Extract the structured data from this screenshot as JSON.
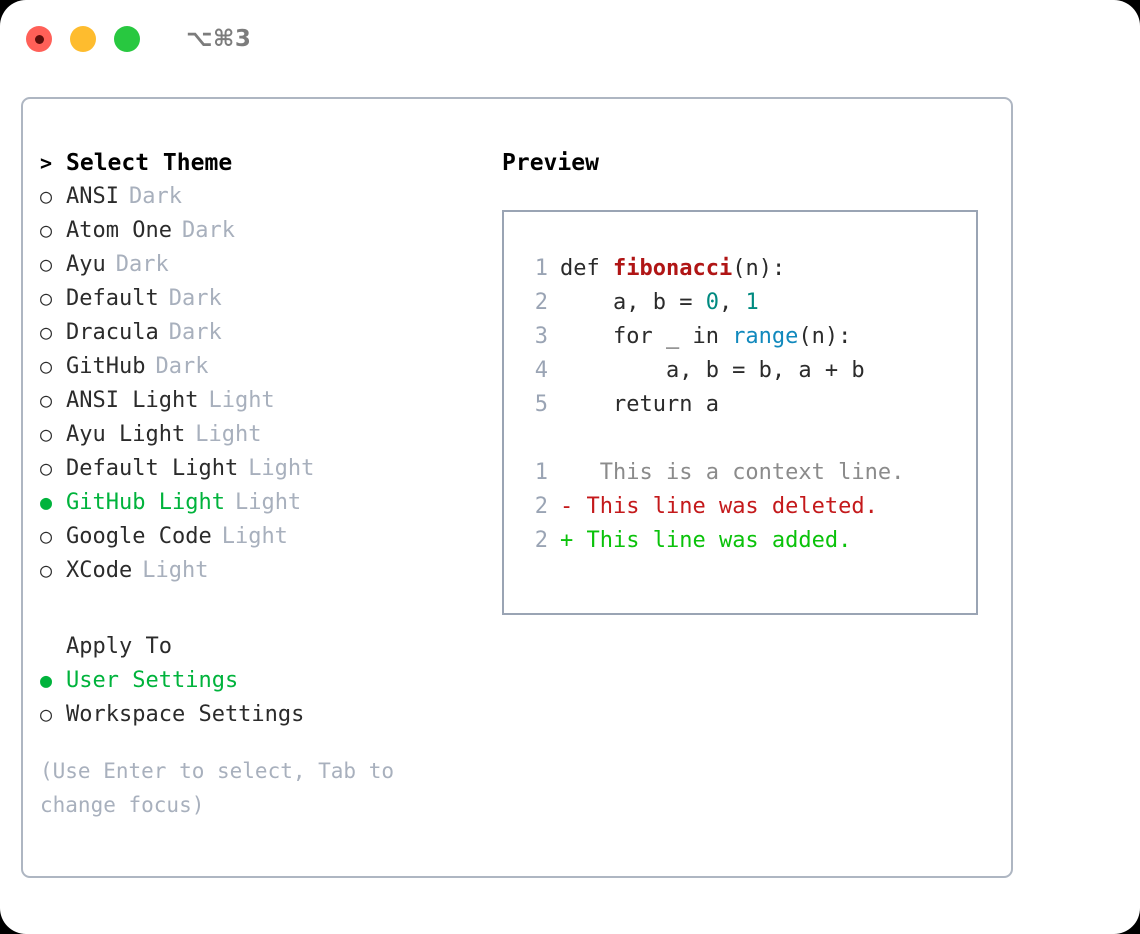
{
  "titlebar": {
    "shortcut": "⌥⌘3",
    "lights": [
      {
        "name": "close",
        "color": "#ff6058"
      },
      {
        "name": "minimize",
        "color": "#febc2e"
      },
      {
        "name": "maximize",
        "color": "#28c840"
      }
    ]
  },
  "theme_list": {
    "header_marker": ">",
    "header": "Select Theme",
    "items": [
      {
        "marker": "○",
        "name": "ANSI",
        "category": "Dark",
        "selected": false
      },
      {
        "marker": "○",
        "name": "Atom One",
        "category": "Dark",
        "selected": false
      },
      {
        "marker": "○",
        "name": "Ayu",
        "category": "Dark",
        "selected": false
      },
      {
        "marker": "○",
        "name": "Default",
        "category": "Dark",
        "selected": false
      },
      {
        "marker": "○",
        "name": "Dracula",
        "category": "Dark",
        "selected": false
      },
      {
        "marker": "○",
        "name": "GitHub",
        "category": "Dark",
        "selected": false
      },
      {
        "marker": "○",
        "name": "ANSI Light",
        "category": "Light",
        "selected": false
      },
      {
        "marker": "○",
        "name": "Ayu Light",
        "category": "Light",
        "selected": false
      },
      {
        "marker": "○",
        "name": "Default Light",
        "category": "Light",
        "selected": false
      },
      {
        "marker": "●",
        "name": "GitHub Light",
        "category": "Light",
        "selected": true
      },
      {
        "marker": "○",
        "name": "Google Code",
        "category": "Light",
        "selected": false
      },
      {
        "marker": "○",
        "name": "XCode",
        "category": "Light",
        "selected": false
      }
    ]
  },
  "apply_to": {
    "header": "Apply To",
    "options": [
      {
        "marker": "●",
        "label": "User Settings",
        "selected": true
      },
      {
        "marker": "○",
        "label": "Workspace Settings",
        "selected": false
      }
    ]
  },
  "hint": "(Use Enter to select, Tab to change focus)",
  "preview": {
    "title": "Preview",
    "code_lines": [
      {
        "lineno": "1",
        "tokens": [
          {
            "text": "def ",
            "type": "plain"
          },
          {
            "text": "fibonacci",
            "type": "fn"
          },
          {
            "text": "(n):",
            "type": "plain"
          }
        ]
      },
      {
        "lineno": "2",
        "tokens": [
          {
            "text": "    a, b = ",
            "type": "plain"
          },
          {
            "text": "0",
            "type": "num"
          },
          {
            "text": ", ",
            "type": "plain"
          },
          {
            "text": "1",
            "type": "num"
          }
        ]
      },
      {
        "lineno": "3",
        "tokens": [
          {
            "text": "    for _ in ",
            "type": "plain"
          },
          {
            "text": "range",
            "type": "call"
          },
          {
            "text": "(n):",
            "type": "plain"
          }
        ]
      },
      {
        "lineno": "4",
        "tokens": [
          {
            "text": "        a, b = b, a + b",
            "type": "plain"
          }
        ]
      },
      {
        "lineno": "5",
        "tokens": [
          {
            "text": "    return a",
            "type": "plain"
          }
        ]
      }
    ],
    "diff_lines": [
      {
        "lineno": "1",
        "sign": " ",
        "text": "  This is a context line.",
        "kind": "context"
      },
      {
        "lineno": "2",
        "sign": "-",
        "text": " This line was deleted.",
        "kind": "del"
      },
      {
        "lineno": "2",
        "sign": "+",
        "text": " This line was added.",
        "kind": "add"
      }
    ]
  },
  "colors": {
    "accent_green": "#00b33c",
    "diff_add": "#0ac20a",
    "diff_del": "#c4191b",
    "muted": "#a8b0bd",
    "function": "#b01515",
    "number": "#008a80",
    "call": "#1189bd",
    "border": "#aeb6c2"
  }
}
